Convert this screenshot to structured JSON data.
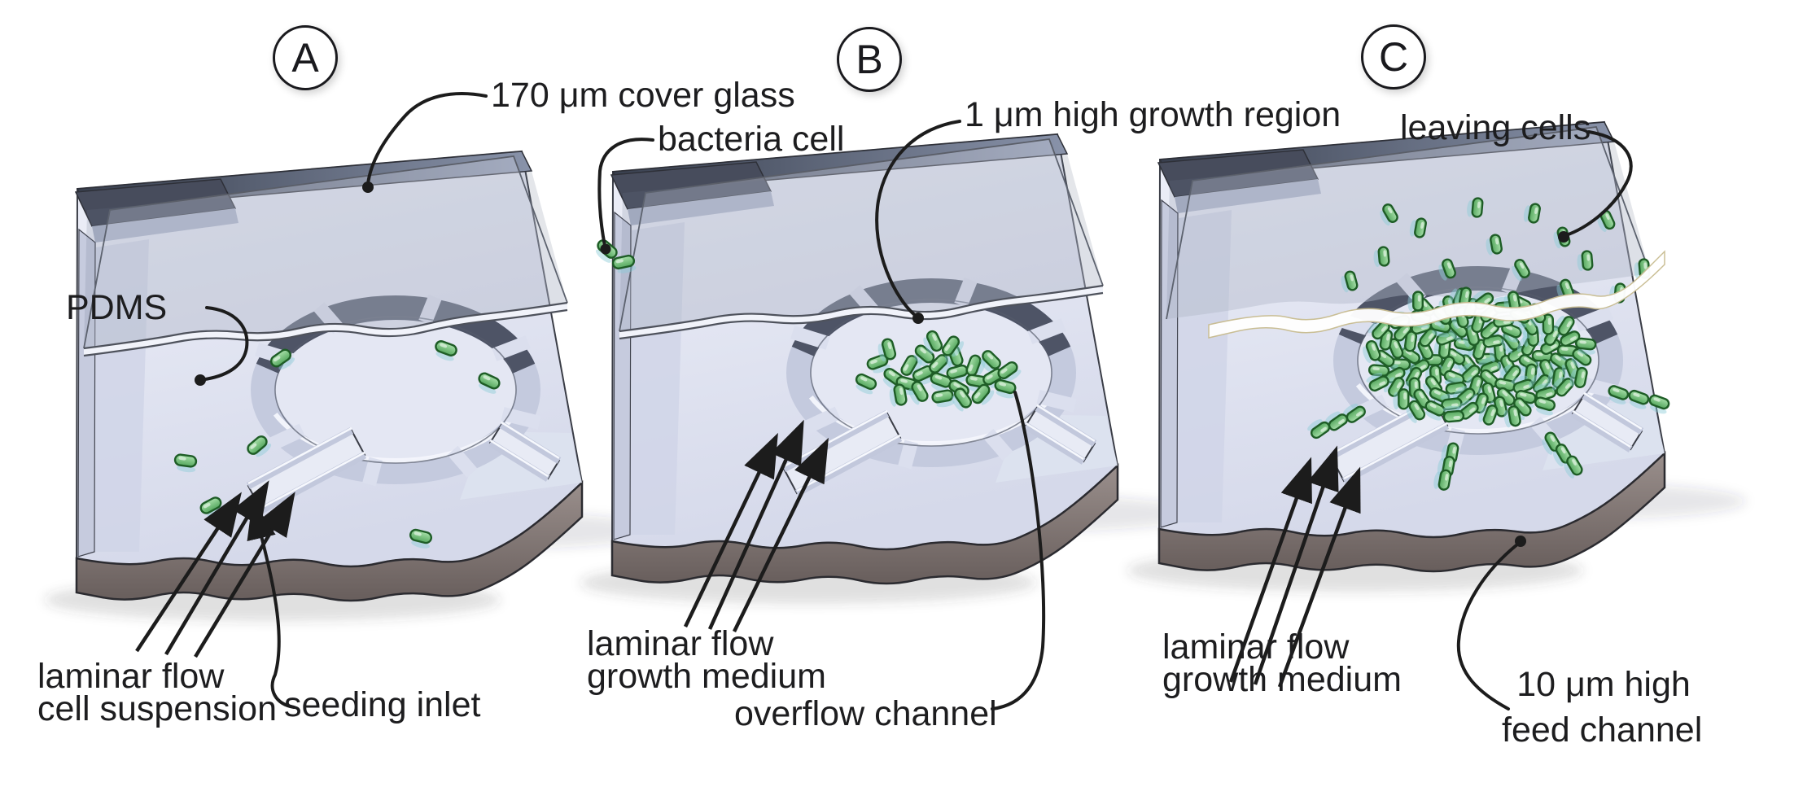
{
  "panels": [
    {
      "letter": "A"
    },
    {
      "letter": "B"
    },
    {
      "letter": "C"
    }
  ],
  "labels": {
    "cover_glass": "170 μm cover glass",
    "bacteria_cell": "bacteria cell",
    "pdms": "PDMS",
    "laminar_flow_a_line1": "laminar flow",
    "laminar_flow_a_line2": "cell suspension",
    "seeding_inlet": "seeding inlet",
    "growth_region": "1 μm high growth region",
    "laminar_flow_b_line1": "laminar flow",
    "laminar_flow_b_line2": "growth medium",
    "overflow_channel": "overflow channel",
    "leaving_cells": "leaving cells",
    "laminar_flow_c_line1": "laminar flow",
    "laminar_flow_c_line2": "growth medium",
    "feed_channel_line1": "10 μm high",
    "feed_channel_line2": "feed channel"
  },
  "colors": {
    "background": "#ffffff",
    "chip_top": "#dcdfee",
    "chip_front_side": "#7c706e",
    "dark_wall": "#4a4f5f",
    "cell_green": "#5fae66",
    "cell_outline": "#1e5d26",
    "line_ink": "#1c1c1c"
  }
}
